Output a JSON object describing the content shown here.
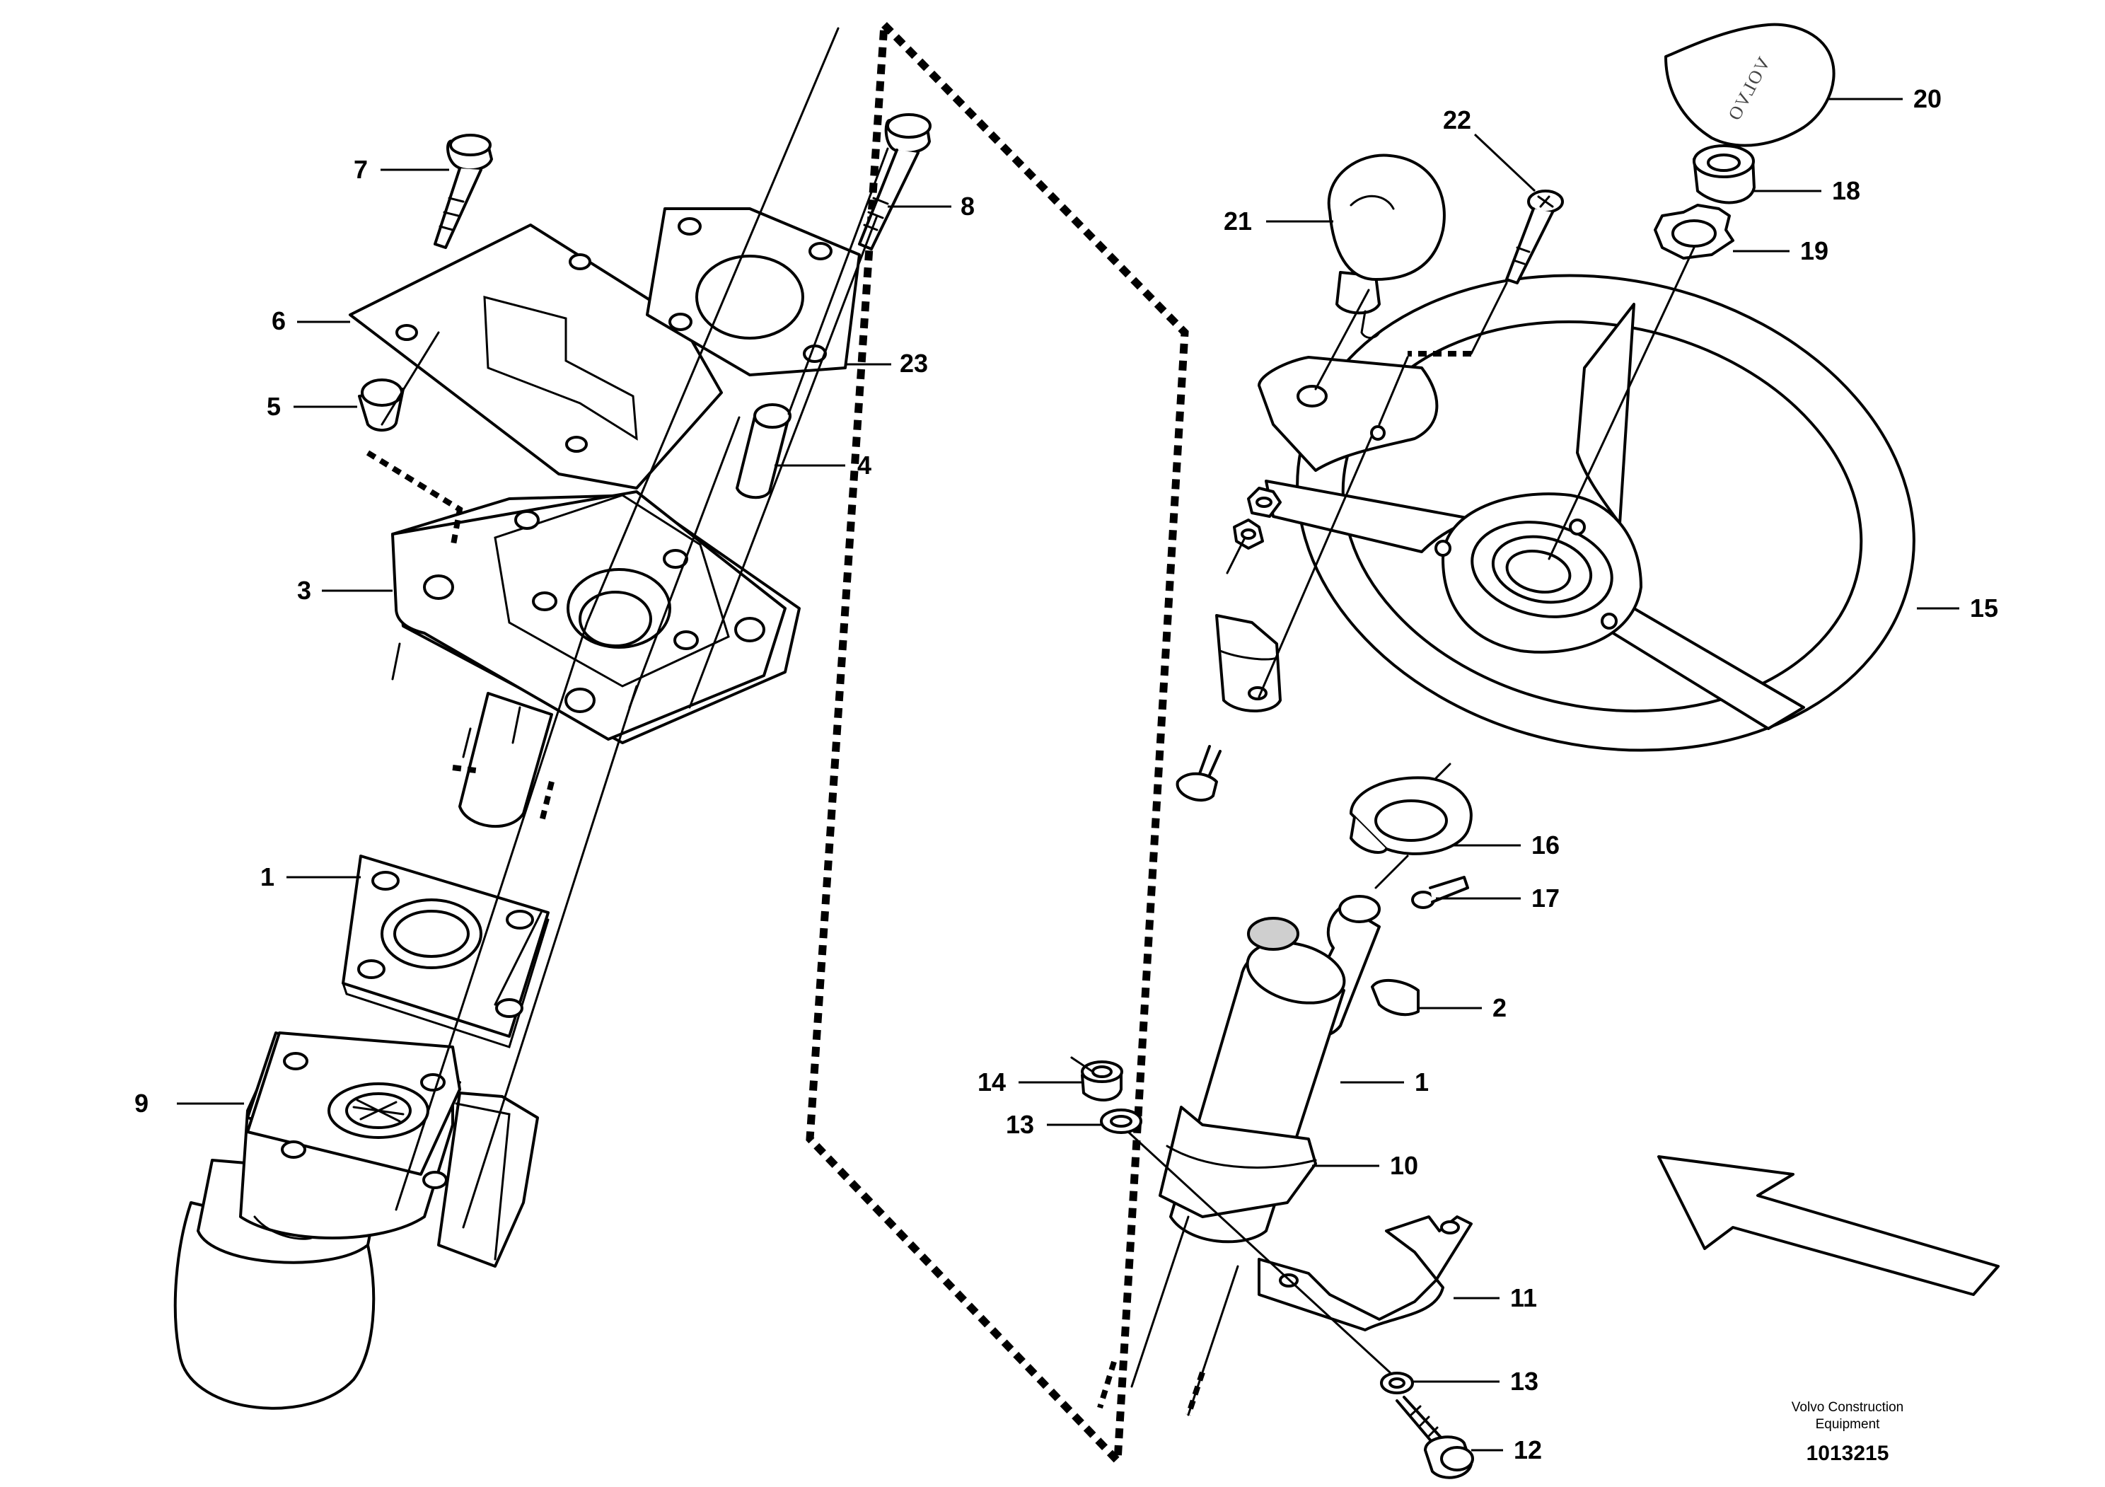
{
  "labels": {
    "l7": "7",
    "l8": "8",
    "l6": "6",
    "l23": "23",
    "l5": "5",
    "l4": "4",
    "l3": "3",
    "l1_left": "1",
    "l9": "9",
    "l22": "22",
    "l20": "20",
    "l18": "18",
    "l21": "21",
    "l19": "19",
    "l15": "15",
    "l16": "16",
    "l17": "17",
    "l2": "2",
    "l14": "14",
    "l13_top": "13",
    "l1_right": "1",
    "l10": "10",
    "l11": "11",
    "l13_bottom": "13",
    "l12": "12"
  },
  "horn_logo": "VOLVO",
  "footer": {
    "manufacturer_line1": "Volvo Construction",
    "manufacturer_line2": "Equipment",
    "document_number": "1013215"
  }
}
